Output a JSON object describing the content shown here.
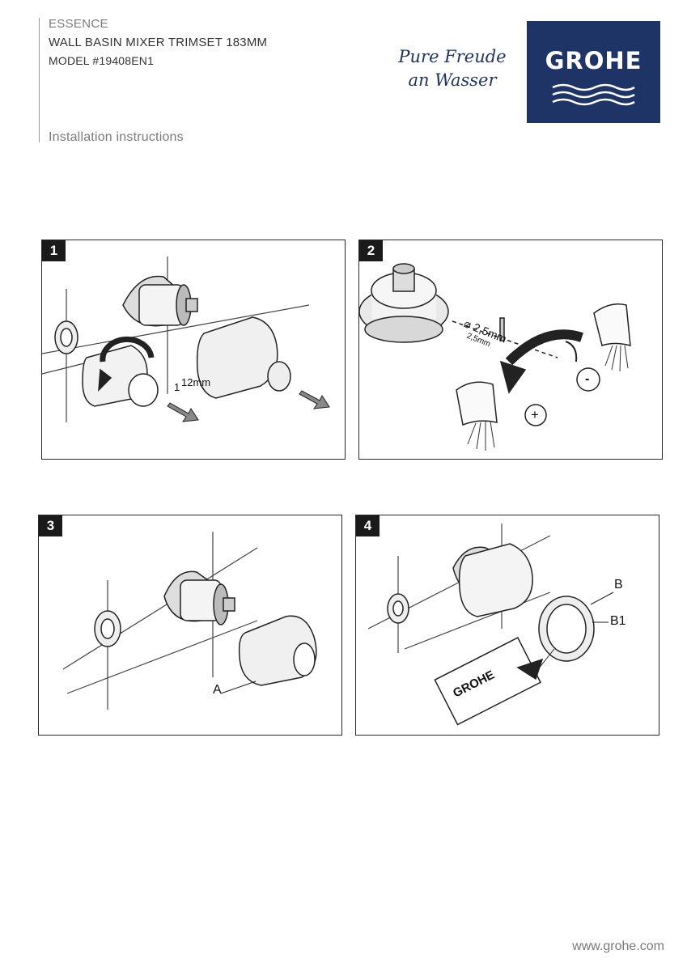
{
  "header": {
    "series": "ESSENCE",
    "product": "WALL BASIN MIXER TRIMSET 183MM",
    "model": "MODEL #19408EN1",
    "document_type": "Installation instructions"
  },
  "brand": {
    "slogan_line1": "Pure Freude",
    "slogan_line2": "an Wasser",
    "logo_text": "GROHE",
    "color": "#1f3466"
  },
  "steps": [
    {
      "number": "1",
      "labels": {
        "measure": "12mm",
        "count": "1"
      }
    },
    {
      "number": "2",
      "labels": {
        "diameter": "⌀ 2,5mm",
        "size": "2,5mm",
        "plus": "+",
        "minus": "-"
      }
    },
    {
      "number": "3",
      "labels": {
        "part": "A"
      }
    },
    {
      "number": "4",
      "labels": {
        "part_b": "B",
        "part_b1": "B1",
        "card_logo": "GROHE"
      }
    }
  ],
  "footer": {
    "url": "www.grohe.com"
  }
}
